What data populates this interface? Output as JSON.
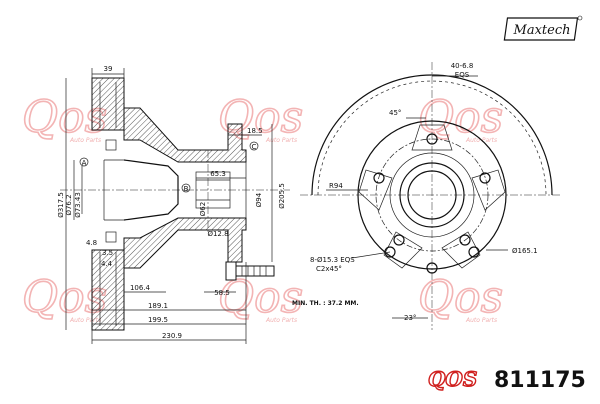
{
  "brand": {
    "logo_text": "Maxtech",
    "bottom_logo_text": "QOS"
  },
  "part_number": "811175",
  "watermark": {
    "text": "Qos",
    "subtext": "Auto Parts"
  },
  "colors": {
    "line": "#111111",
    "watermark": "#f3b4b4",
    "logo_red": "#d0201e"
  },
  "callouts": {
    "A": "A",
    "B": "B",
    "C": "C"
  },
  "section_dims": {
    "d39": "39",
    "d18_5": "18.5",
    "d65_3": "65.3",
    "d317_5": "Ø317.5",
    "d76_2": "Ø76.2",
    "d73_43": "Ø73.43",
    "d62": "Ø62",
    "d94": "Ø94",
    "d205_5": "Ø205.5",
    "d12_8": "Ø12.8",
    "d3_5": "3.5",
    "d4_8": "4.8",
    "d4_4": "4.4",
    "d106_4": "106.4",
    "d58_5": "58.5",
    "d189_1": "189.1",
    "d199_5": "199.5",
    "d230_9": "230.9"
  },
  "min_thickness": "MIN. TH. : 37.2 MM.",
  "face_dims": {
    "d40_6_8": "40-6.8",
    "eqs": "EQS",
    "d45": "45°",
    "r94": "R94",
    "holes": "8-Ø15.3  EQS",
    "chamfer": "C2x45°",
    "d165_1": "Ø165.1",
    "d23": "23°"
  }
}
